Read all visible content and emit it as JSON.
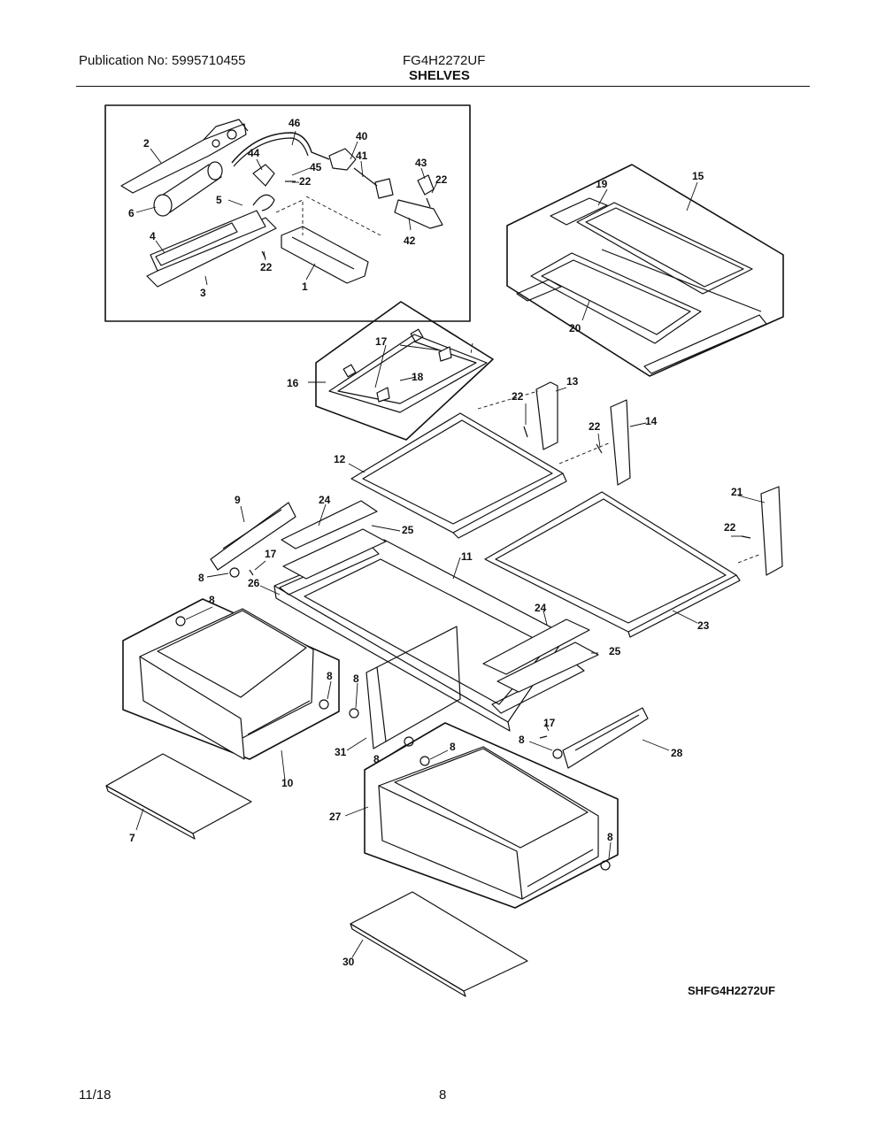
{
  "header": {
    "publication": "Publication No: 5995710455",
    "model": "FG4H2272UF",
    "section": "SHELVES"
  },
  "drawing_code": "SHFG4H2272UF",
  "footer": {
    "date": "11/18",
    "page": "8"
  },
  "callouts": [
    "1",
    "2",
    "3",
    "4",
    "5",
    "6",
    "7",
    "8",
    "9",
    "10",
    "11",
    "12",
    "13",
    "14",
    "15",
    "16",
    "17",
    "18",
    "19",
    "20",
    "21",
    "22",
    "23",
    "24",
    "25",
    "26",
    "27",
    "28",
    "30",
    "31",
    "40",
    "41",
    "42",
    "43",
    "44",
    "45",
    "46"
  ]
}
